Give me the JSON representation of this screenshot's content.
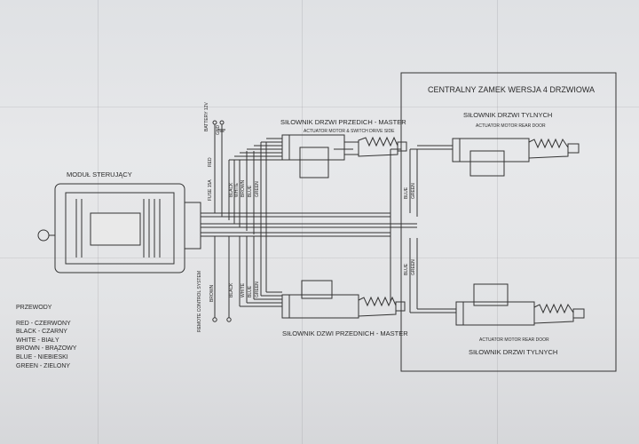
{
  "diagram": {
    "module_label": "MODUŁ STERUJĄCY",
    "system_title": "CENTRALNY ZAMEK WERSJA 4 DRZWIOWA",
    "front_top": {
      "title": "SIŁOWNIK DRZWI PRZEDICH - MASTER",
      "subtitle": "ACTUATOR MOTOR & SWITCH DRIVE SIDE"
    },
    "front_bottom": {
      "title": "SIŁOWNIK DZWI PRZEDNICH - MASTER"
    },
    "rear_top": {
      "title": "SIŁOWNIK DRZWI TYLNYCH",
      "subtitle": "ACTUATOR MOTOR REAR DOOR"
    },
    "rear_bottom": {
      "title": "SIŁOWNIK DRZWI TYLNYCH",
      "subtitle": "ACTUATOR MOTOR REAR DOOR"
    },
    "top_wire_labels": [
      "BATTERY 12V",
      "GND",
      "RED",
      "FUSE 15A",
      "BLACK",
      "WHITE",
      "BROWN",
      "BLUE",
      "GREEN"
    ],
    "bottom_wire_labels": [
      "REMOTE CONTROL SYSTEM",
      "BROWN",
      "BLACK",
      "WHITE",
      "BLUE",
      "GREEN"
    ],
    "rear_wire_labels_top": [
      "BLUE",
      "GREEN"
    ],
    "rear_wire_labels_bottom": [
      "BLUE",
      "GREEN"
    ],
    "legend": {
      "header": "PRZEWODY",
      "items": [
        "RED - CZERWONY",
        "BLACK - CZARNY",
        "WHITE - BIAŁY",
        "BROWN - BRĄZOWY",
        "BLUE - NIEBIESKI",
        "GREEN - ZIELONY"
      ]
    }
  }
}
